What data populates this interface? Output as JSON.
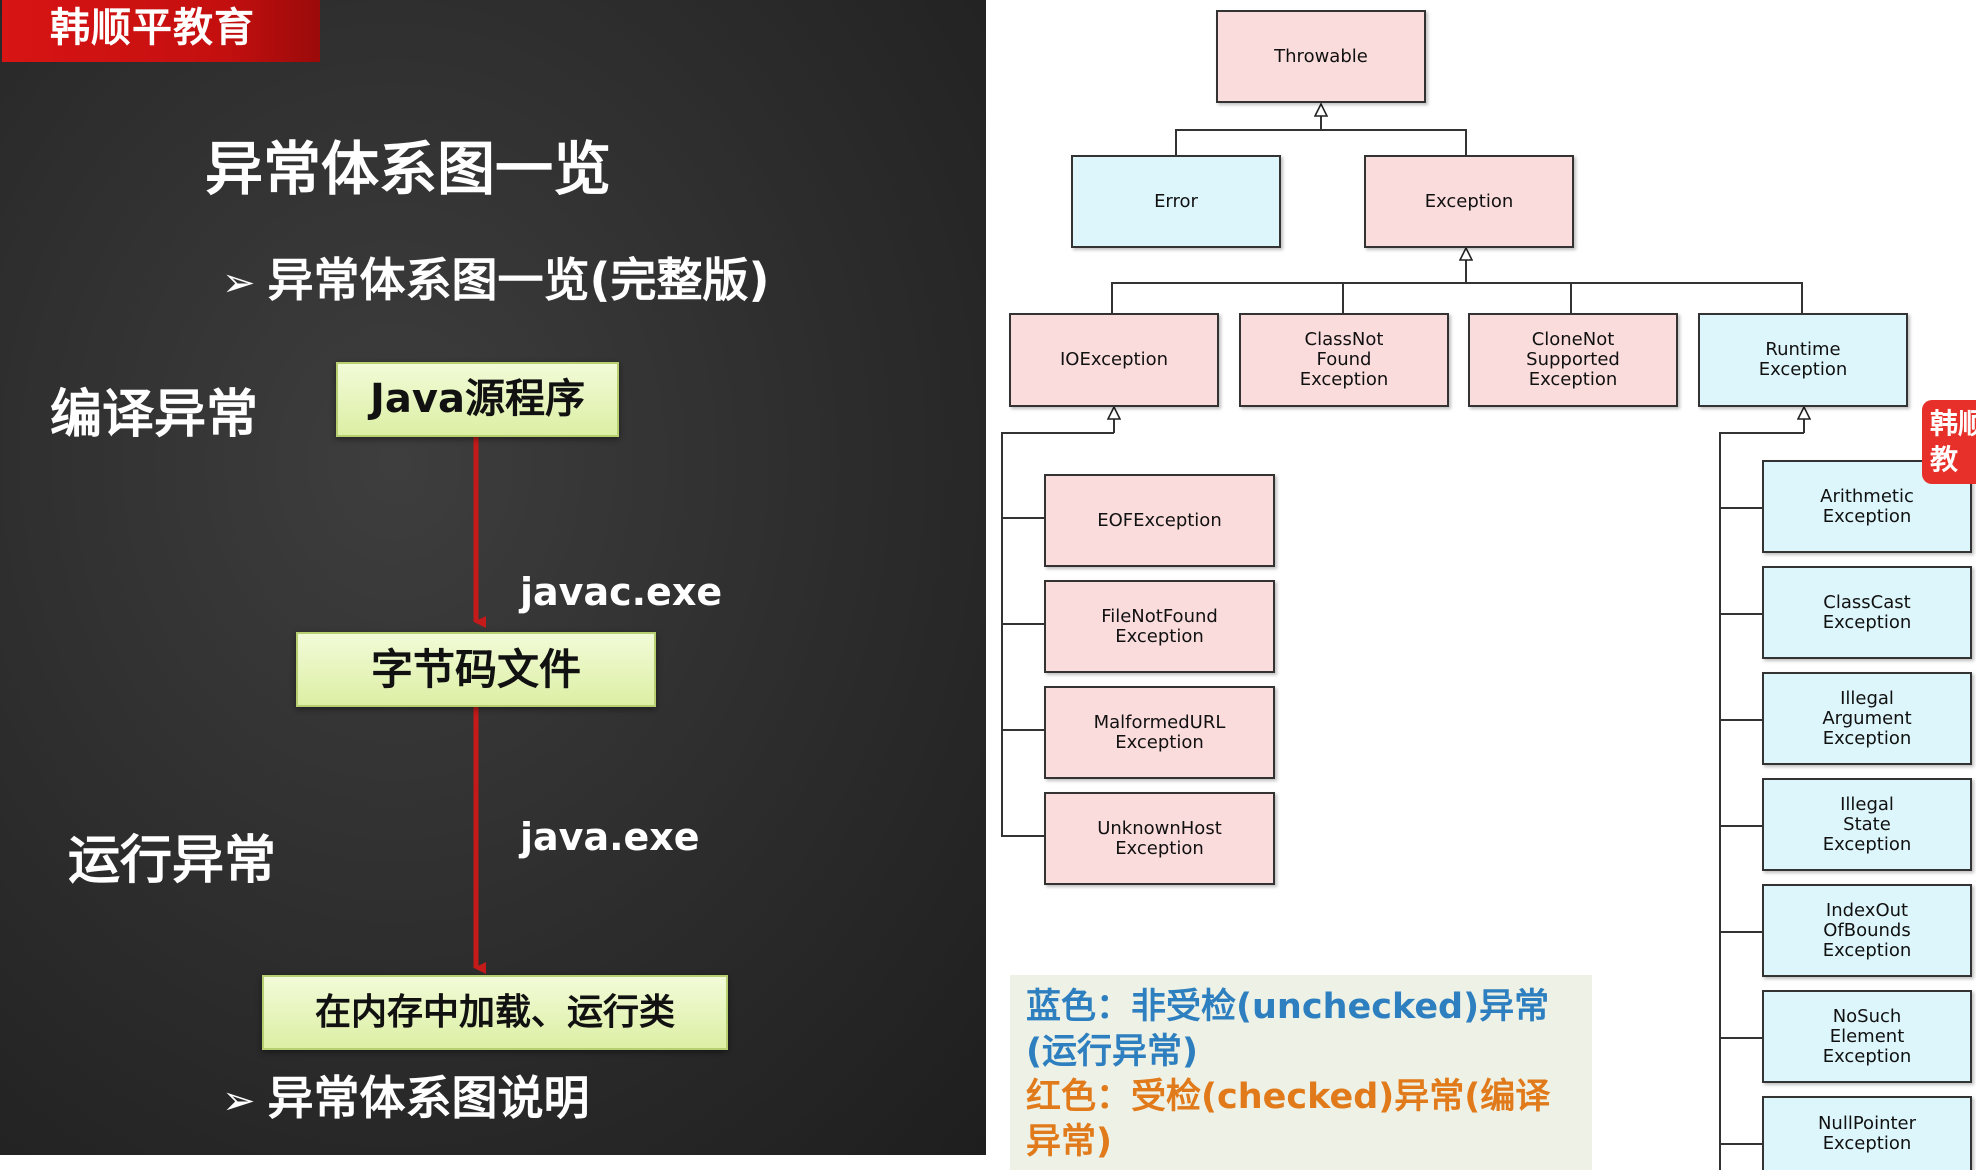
{
  "left": {
    "brand": "韩顺平教育",
    "title": "异常体系图一览",
    "bullet1": "异常体系图一览(完整版)",
    "bullet2": "异常体系图说明",
    "compile_label": "编译异常",
    "runtime_label": "运行异常",
    "boxes": {
      "source": "Java源程序",
      "bytecode": "字节码文件",
      "load": "在内存中加载、运行类"
    },
    "flow": {
      "javac": "javac.exe",
      "java": "java.exe"
    }
  },
  "right": {
    "nodes": {
      "throwable": "Throwable",
      "error": "Error",
      "exception": "Exception",
      "ioexception": "IOException",
      "classnotfound": "ClassNot\nFound\nException",
      "clonenotsupported": "CloneNot\nSupported\nException",
      "runtime": "Runtime\nException",
      "eof": "EOFException",
      "filenotfound": "FileNotFound\nException",
      "malformedurl": "MalformedURL\nException",
      "unknownhost": "UnknownHost\nException",
      "arithmetic": "Arithmetic\nException",
      "classcast": "ClassCast\nException",
      "illegalargument": "Illegal\nArgument\nException",
      "illegalstate": "Illegal\nState\nException",
      "indexoutofbounds": "IndexOut\nOfBounds\nException",
      "nosuchelement": "NoSuch\nElement\nException",
      "nullpointer": "NullPointer\nException"
    },
    "legend": {
      "blue": "蓝色：非受检(unchecked)异常(运行异常)",
      "red": "红色：受检(checked)异常(编译异常)"
    },
    "stamp": "韩顺\n教"
  },
  "colors": {
    "checked_fill": "#fbdcdc",
    "unchecked_fill": "#ddf6fb",
    "brand_red": "#d81414",
    "flow_arrow": "#c41a1a",
    "legend_blue": "#2e7fbf",
    "legend_orange": "#e07a1a"
  }
}
